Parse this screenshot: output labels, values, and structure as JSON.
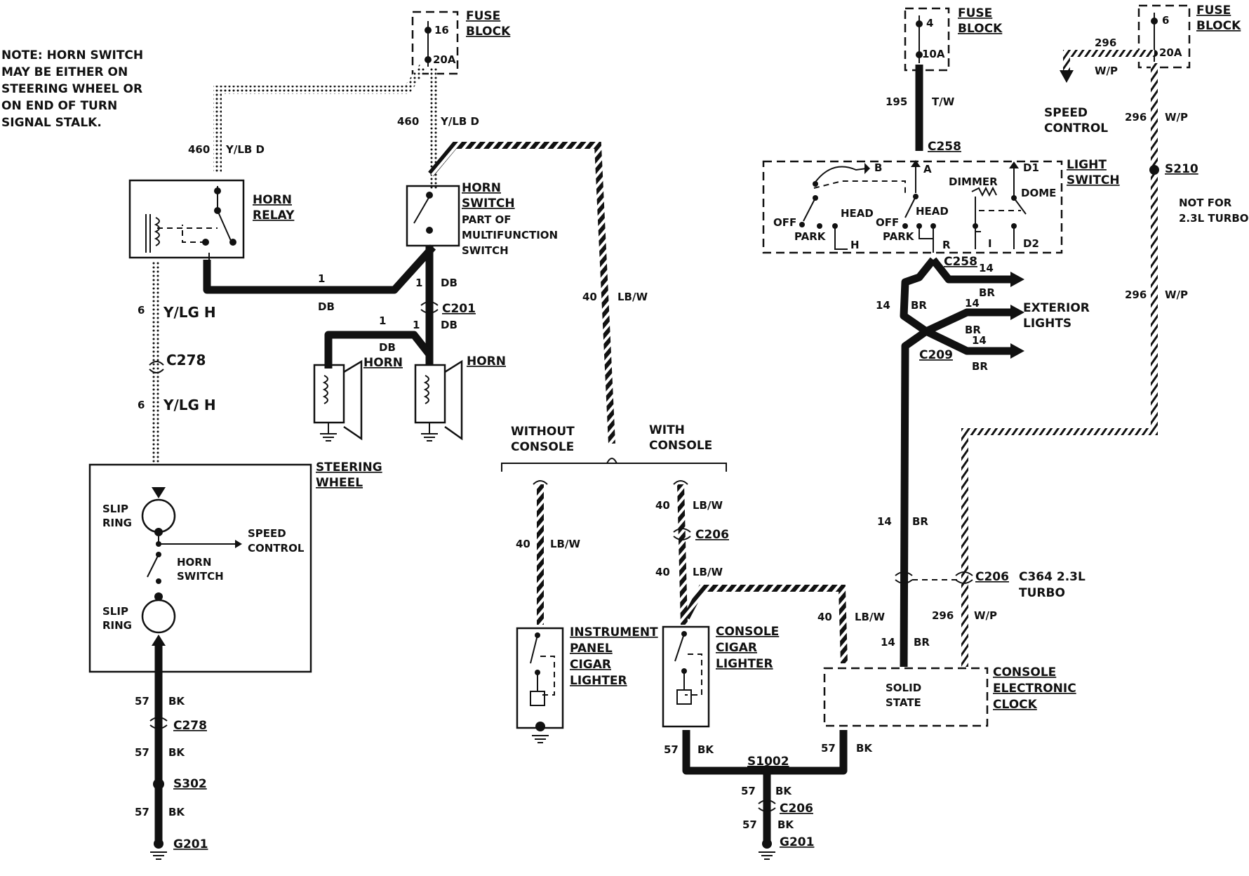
{
  "note": [
    "NOTE: HORN SWITCH",
    "MAY BE EITHER ON",
    "STEERING WHEEL OR",
    "ON END OF TURN",
    "SIGNAL STALK."
  ],
  "fuse_block_16": {
    "title": [
      "FUSE",
      "BLOCK"
    ],
    "number": "16",
    "rating": "20A"
  },
  "fuse_block_4": {
    "title": [
      "FUSE",
      "BLOCK"
    ],
    "number": "4",
    "rating": "10A"
  },
  "fuse_block_6": {
    "title": [
      "FUSE",
      "BLOCK"
    ],
    "number": "6",
    "rating": "20A"
  },
  "horn_relay": [
    "HORN",
    "RELAY"
  ],
  "horn_switch": [
    "HORN",
    "SWITCH",
    "PART OF",
    "MULTIFUNCTION",
    "SWITCH"
  ],
  "horn_left": "HORN",
  "horn_right": "HORN",
  "steering_wheel": {
    "title": [
      "STEERING",
      "WHEEL"
    ],
    "slip_ring_top": [
      "SLIP",
      "RING"
    ],
    "slip_ring_bottom": [
      "SLIP",
      "RING"
    ],
    "horn_switch": [
      "HORN",
      "SWITCH"
    ],
    "speed_control": [
      "SPEED",
      "CONTROL"
    ]
  },
  "console_options": {
    "without": [
      "WITHOUT",
      "CONSOLE"
    ],
    "with": [
      "WITH",
      "CONSOLE"
    ]
  },
  "ip_cigar_lighter": [
    "INSTRUMENT",
    "PANEL",
    "CIGAR",
    "LIGHTER"
  ],
  "console_cigar_lighter": [
    "CONSOLE",
    "CIGAR",
    "LIGHTER"
  ],
  "clock": {
    "title": [
      "CONSOLE",
      "ELECTRONIC",
      "CLOCK"
    ],
    "inner": [
      "SOLID",
      "STATE"
    ]
  },
  "light_switch": {
    "title": [
      "LIGHT",
      "SWITCH"
    ],
    "dimmer": "DIMMER",
    "dome": "DOME",
    "head1": "HEAD",
    "head2": "HEAD",
    "off1": "OFF",
    "off2": "OFF",
    "park1": "PARK",
    "park2": "PARK",
    "t_b": "B",
    "t_a": "A",
    "t_d1": "D1",
    "t_d2": "D2",
    "t_h": "H",
    "t_r": "R",
    "t_i": "I"
  },
  "speed_control_top": [
    "SPEED",
    "CONTROL"
  ],
  "not_for": [
    "NOT FOR",
    "2.3L TURBO"
  ],
  "exterior_lights": [
    "EXTERIOR",
    "LIGHTS"
  ],
  "c364": [
    "C364 2.3L",
    "TURBO"
  ],
  "connectors": {
    "c278a": "C278",
    "c278b": "C278",
    "c201": "C201",
    "c258a": "C258",
    "c258b": "C258",
    "c209": "C209",
    "c206a": "C206",
    "c206b": "C206",
    "c206c": "C206",
    "s210": "S210",
    "s302": "S302",
    "s1002": "S1002",
    "g201a": "G201",
    "g201b": "G201"
  },
  "wires": {
    "w460a": "460",
    "w460a_c": "Y/LB D",
    "w460b": "460",
    "w460b_c": "Y/LB D",
    "w6a": "6",
    "w6a_c": "Y/LG H",
    "w6b": "6",
    "w6b_c": "Y/LG H",
    "w1a": "1",
    "w_dba": "DB",
    "w1b": "1",
    "w_dbb": "DB",
    "w1c": "1",
    "w1d": "1",
    "w_dbc": "DB",
    "w_dbd": "DB",
    "w40a": "40",
    "w40a_c": "LB/W",
    "w40b": "40",
    "w40b_c": "LB/W",
    "w40c": "40",
    "w40c_c": "LB/W",
    "w40d": "40",
    "w40d_c": "LB/W",
    "w40e": "40",
    "w40e_c": "LB/W",
    "w57a": "57",
    "w57a_c": "BK",
    "w57b": "57",
    "w57b_c": "BK",
    "w57c": "57",
    "w57c_c": "BK",
    "w57d": "57",
    "w57d_c": "BK",
    "w57e": "57",
    "w57e_c": "BK",
    "w57f": "57",
    "w57f_c": "BK",
    "w57g": "57",
    "w57g_c": "BK",
    "w195": "195",
    "w195_c": "T/W",
    "w296a": "296",
    "w296a_c": "W/P",
    "w296b": "296",
    "w296b_c": "W/P",
    "w296c": "296",
    "w296c_c": "W/P",
    "w296d": "296",
    "w296d_c": "W/P",
    "w14a": "14",
    "w14a_c": "BR",
    "w14b": "14",
    "w14b_c": "BR",
    "w14c": "14",
    "w14c_c": "BR",
    "w14d": "14",
    "w14d_c": "BR",
    "w14e": "14",
    "w14e_c": "BR",
    "w14f": "14",
    "w14f_c": "BR"
  }
}
